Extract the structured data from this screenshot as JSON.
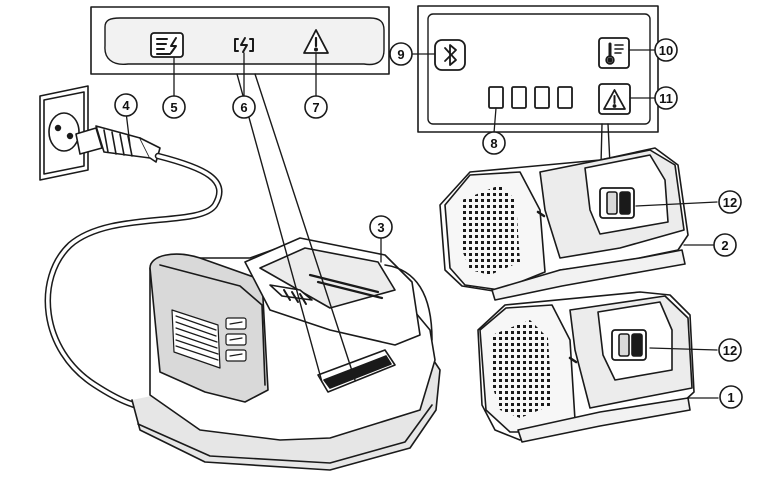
{
  "callouts": [
    {
      "id": "callout-1",
      "label": "1"
    },
    {
      "id": "callout-2",
      "label": "2"
    },
    {
      "id": "callout-3",
      "label": "3"
    },
    {
      "id": "callout-4",
      "label": "4"
    },
    {
      "id": "callout-5",
      "label": "5"
    },
    {
      "id": "callout-6",
      "label": "6"
    },
    {
      "id": "callout-7",
      "label": "7"
    },
    {
      "id": "callout-8",
      "label": "8"
    },
    {
      "id": "callout-9",
      "label": "9"
    },
    {
      "id": "callout-10",
      "label": "10"
    },
    {
      "id": "callout-11",
      "label": "11"
    },
    {
      "id": "callout-12a",
      "label": "12"
    },
    {
      "id": "callout-12b",
      "label": "12"
    }
  ],
  "icons": {
    "charge_status": "charge-status-icon",
    "charging": "charging-icon",
    "warning": "warning-icon",
    "bluetooth": "bluetooth-icon",
    "temperature": "temperature-icon",
    "battery_warning": "battery-warning-icon",
    "charge_level_segments": 4
  },
  "colors": {
    "line": "#1a1a1a",
    "panel": "#f2f2f2",
    "body_shade": "#d9d9d9"
  }
}
